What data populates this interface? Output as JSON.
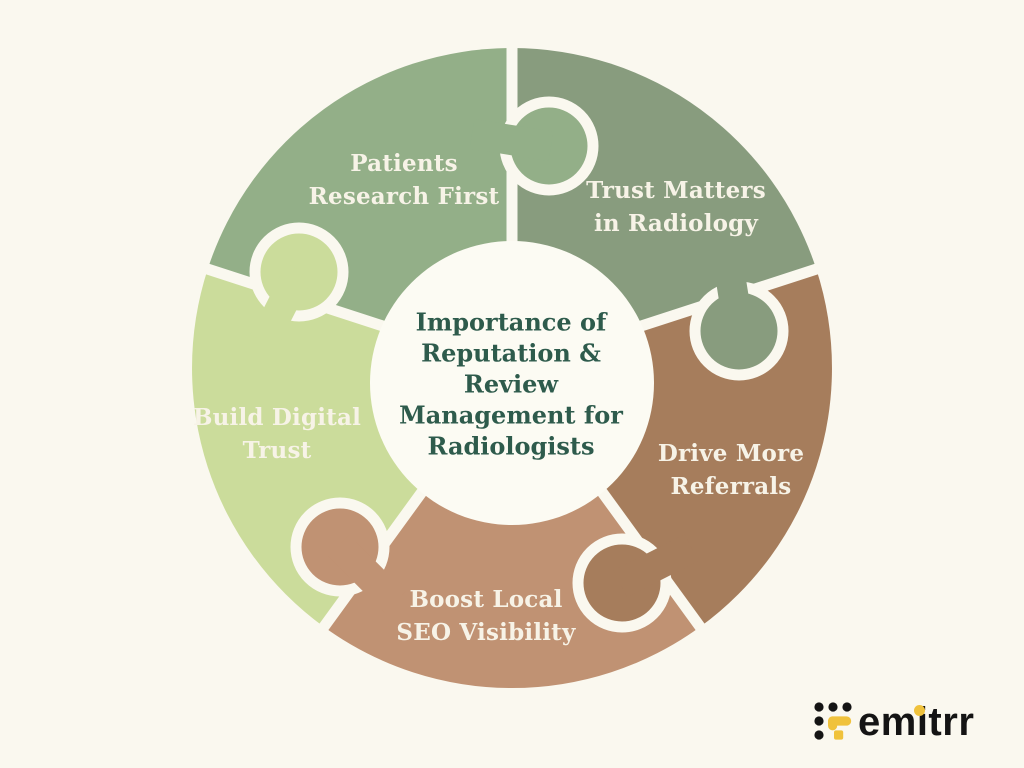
{
  "page": {
    "background_color": "#FAF8EF"
  },
  "diagram": {
    "type": "puzzle-wheel",
    "center": {
      "fill": "#FCFBF3",
      "text_color": "#2E5B4C",
      "lines": [
        "Importance of",
        "Reputation &",
        "Review",
        "Management for",
        "Radiologists"
      ]
    },
    "label_text_color": "#F7F3E7",
    "segments": [
      {
        "name": "patients-research-first",
        "label_lines": [
          "Patients",
          "Research First"
        ],
        "color": "#93AF88"
      },
      {
        "name": "trust-matters-in-radiology",
        "label_lines": [
          "Trust Matters",
          "in Radiology"
        ],
        "color": "#889C7E"
      },
      {
        "name": "drive-more-referrals",
        "label_lines": [
          "Drive More",
          "Referrals"
        ],
        "color": "#A67D5C"
      },
      {
        "name": "boost-local-seo-visibility",
        "label_lines": [
          "Boost Local",
          "SEO Visibility"
        ],
        "color": "#C09273"
      },
      {
        "name": "build-digital-trust",
        "label_lines": [
          "Build Digital",
          "Trust"
        ],
        "color": "#CBDC9B"
      }
    ]
  },
  "branding": {
    "logo_text": "emitrr",
    "logo_text_color": "#141414",
    "logo_accent_color": "#F0C23C"
  }
}
